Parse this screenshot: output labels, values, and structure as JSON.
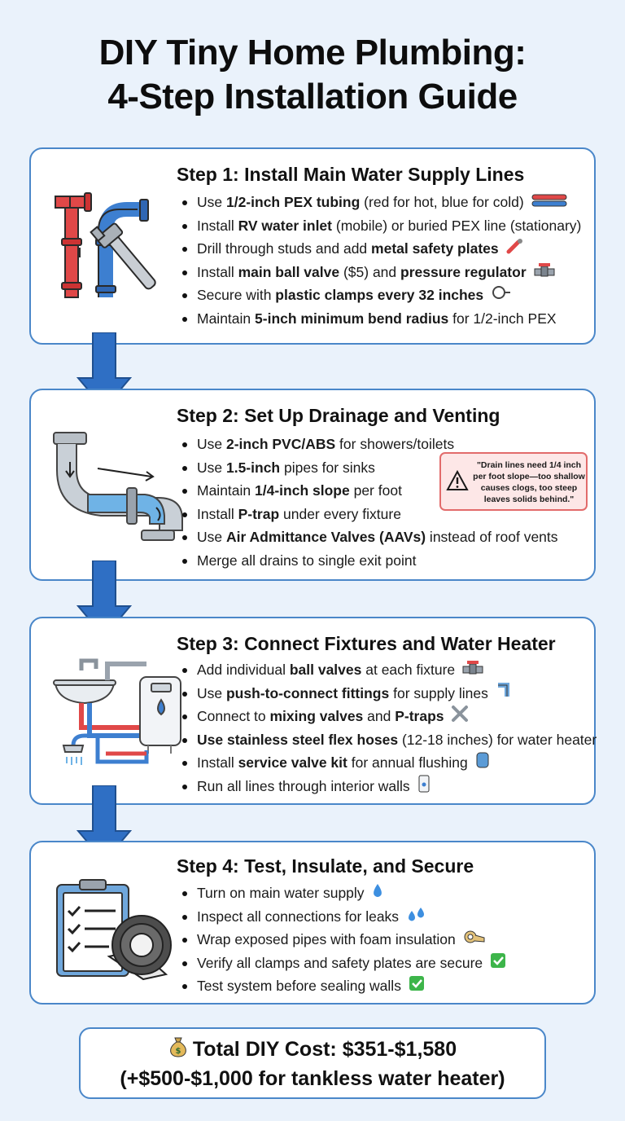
{
  "title": {
    "line1": "DIY Tiny Home Plumbing:",
    "line2": "4-Step Installation Guide"
  },
  "steps": [
    {
      "heading": "Step 1: Install Main Water Supply Lines",
      "items": [
        {
          "pre": "Use ",
          "bold": "1/2-inch PEX tubing",
          "post": " (red for hot, blue for cold)",
          "icon": "pex-tubes-icon"
        },
        {
          "pre": "Install ",
          "bold": "RV water inlet",
          "post": " (mobile) or buried PEX line (stationary)",
          "icon": ""
        },
        {
          "pre": "Drill through studs and add ",
          "bold": "metal safety plates",
          "post": "",
          "icon": "drill-icon"
        },
        {
          "pre": "Install ",
          "bold": "main ball valve",
          "post": " ($5) and ",
          "bold2": "pressure regulator",
          "icon": "valve-icon"
        },
        {
          "pre": "Secure with ",
          "bold": "plastic clamps every 32 inches",
          "post": "",
          "icon": "clamp-icon"
        },
        {
          "pre": "Maintain ",
          "bold": "5-inch minimum bend radius",
          "post": " for 1/2-inch PEX",
          "icon": ""
        }
      ]
    },
    {
      "heading": "Step 2: Set Up Drainage and Venting",
      "items": [
        {
          "pre": "Use ",
          "bold": "2-inch PVC/ABS",
          "post": " for showers/toilets"
        },
        {
          "pre": "Use ",
          "bold": "1.5-inch",
          "post": " pipes for sinks"
        },
        {
          "pre": "Maintain ",
          "bold": "1/4-inch slope",
          "post": " per foot"
        },
        {
          "pre": "Install ",
          "bold": "P-trap",
          "post": " under every fixture"
        },
        {
          "pre": "Use ",
          "bold": "Air Admittance Valves (AAVs)",
          "post": " instead of roof vents"
        },
        {
          "pre": "Merge all drains to single exit point",
          "bold": "",
          "post": ""
        }
      ],
      "warning": "\"Drain lines need 1/4 inch per foot slope—too shallow causes clogs, too steep leaves solids behind.\""
    },
    {
      "heading": "Step 3: Connect Fixtures and Water Heater",
      "items": [
        {
          "pre": "Add individual ",
          "bold": "ball valves",
          "post": " at each fixture",
          "icon": "valve-icon"
        },
        {
          "pre": "Use ",
          "bold": "push-to-connect fittings",
          "post": " for supply lines",
          "icon": "fitting-icon"
        },
        {
          "pre": "Connect to ",
          "bold": "mixing valves",
          "post": " and ",
          "bold2": "P-traps",
          "icon": "tools-icon"
        },
        {
          "pre": "",
          "bold": "Use stainless steel flex hoses",
          "post": " (12-18 inches) for water heater",
          "icon": ""
        },
        {
          "pre": "Install ",
          "bold": "service valve kit",
          "post": " for annual flushing",
          "icon": "tank-icon"
        },
        {
          "pre": "Run all lines through interior walls",
          "bold": "",
          "post": "",
          "icon": "heater-icon"
        }
      ]
    },
    {
      "heading": "Step 4: Test, Insulate, and Secure",
      "items": [
        {
          "pre": "Turn on main water supply",
          "bold": "",
          "post": "",
          "icon": "droplet-icon"
        },
        {
          "pre": "Inspect all connections for leaks",
          "bold": "",
          "post": "",
          "icon": "droplets-icon"
        },
        {
          "pre": "Wrap exposed pipes with foam insulation",
          "bold": "",
          "post": "",
          "icon": "tape-icon"
        },
        {
          "pre": "Verify all clamps and safety plates are secure",
          "bold": "",
          "post": "",
          "icon": "check-icon"
        },
        {
          "pre": "Test system before sealing walls",
          "bold": "",
          "post": "",
          "icon": "check-icon"
        }
      ]
    }
  ],
  "total": {
    "line1": "Total DIY Cost: $351-$1,580",
    "line2": "(+$500-$1,000 for tankless water heater)",
    "icon": "money-bag-icon"
  },
  "colors": {
    "border": "#4a87c9",
    "arrow": "#2f6fc4",
    "hot": "#e04848",
    "cold": "#3d7fd0",
    "warn": "#e26b6b"
  }
}
